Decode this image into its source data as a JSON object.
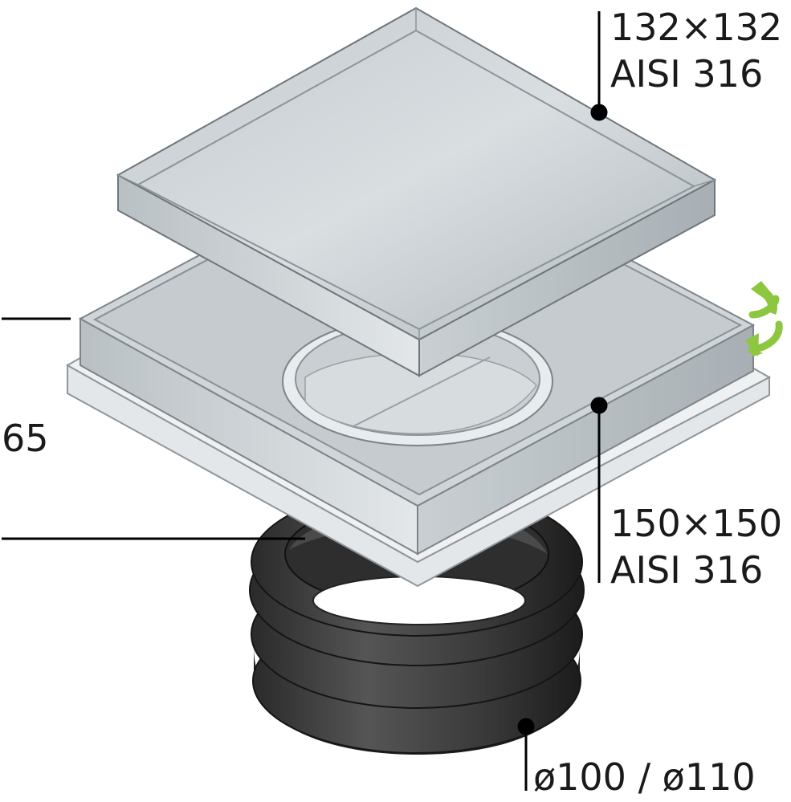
{
  "labels": {
    "top_size": "132×132",
    "top_material": "AISI 316",
    "frame_size": "150×150",
    "frame_material": "AISI 316",
    "height": "65",
    "diameter": "ø100 / ø110"
  },
  "colors": {
    "steel_light": "#d6dbde",
    "steel_mid": "#b7bec2",
    "steel_dark": "#9aa2a7",
    "rubber": "#3b3b3b",
    "rubber_dark": "#1f1f1f",
    "arrow_green": "#8dc63f",
    "leader": "#000000"
  },
  "icons": {
    "rotate": "rotate-arrow-icon"
  }
}
